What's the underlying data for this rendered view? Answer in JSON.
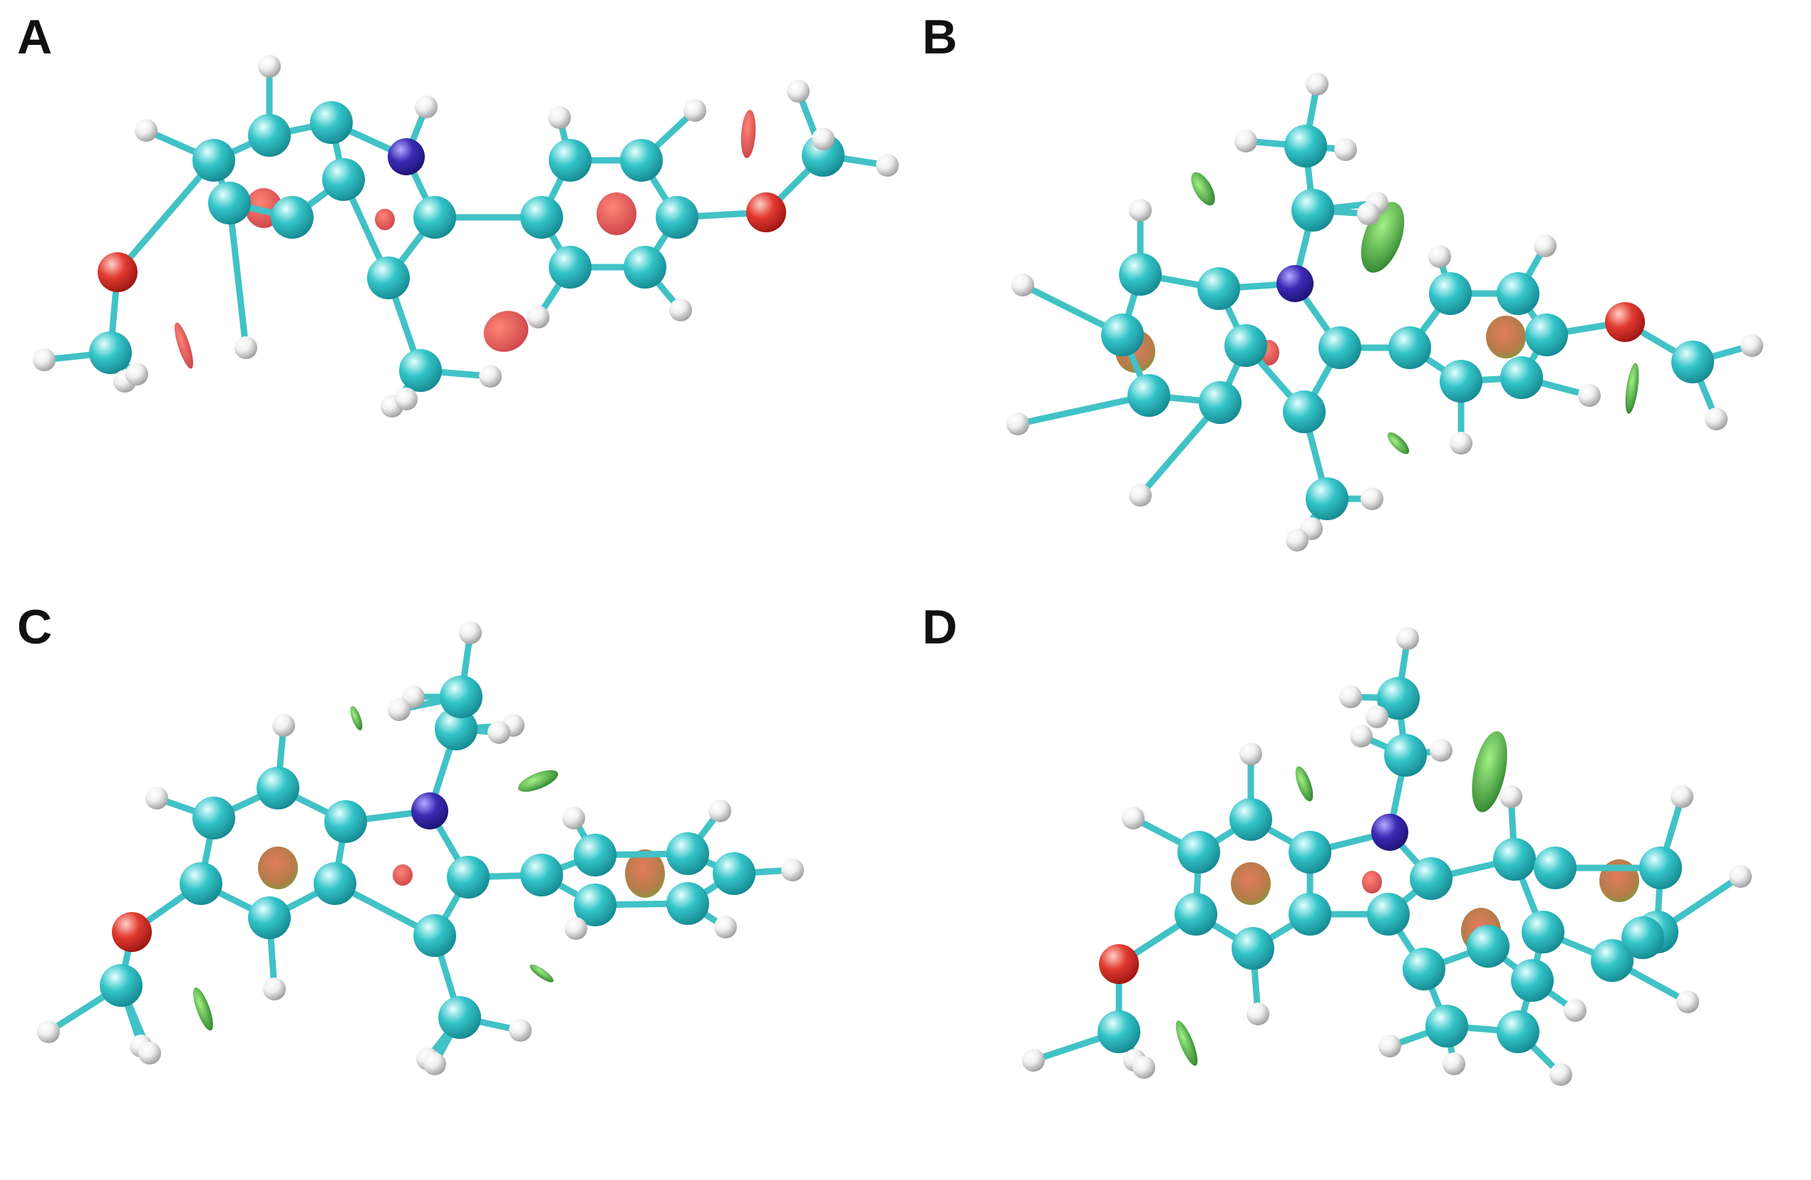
{
  "colors": {
    "carbon": "#33c4c8",
    "carbon_dark": "#15878f",
    "nitrogen": "#3b2bb5",
    "nitrogen_dark": "#1d1270",
    "oxygen": "#e23a30",
    "oxygen_dark": "#9a1510",
    "hydrogen": "#f0f0f0",
    "hydrogen_dark": "#9a9a9a",
    "bond": "#41c2c6",
    "iso_red": "#c8343a",
    "iso_green": "#3fb83a",
    "iso_ring": "#b0703a"
  },
  "panels": [
    {
      "label": "A"
    },
    {
      "label": "B"
    },
    {
      "label": "C"
    },
    {
      "label": "D"
    }
  ]
}
